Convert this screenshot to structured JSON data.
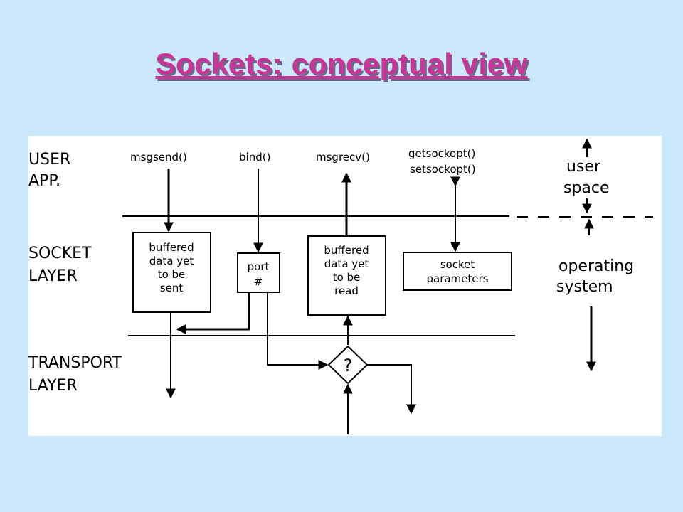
{
  "title": "Sockets: conceptual view",
  "layers": {
    "user_app": [
      "USER",
      "APP."
    ],
    "socket_layer": [
      "SOCKET",
      "LAYER"
    ],
    "transport_layer": [
      "TRANSPORT",
      "LAYER"
    ]
  },
  "calls": {
    "msgsend": "msgsend()",
    "bind": "bind()",
    "msgrecv": "msgrecv()",
    "getsockopt": "getsockopt()",
    "setsockopt": "setsockopt()"
  },
  "boxes": {
    "send_buffer": [
      "buffered",
      "data yet",
      "to be",
      "sent"
    ],
    "port": [
      "port",
      "#"
    ],
    "recv_buffer": [
      "buffered",
      "data yet",
      "to be",
      "read"
    ],
    "socket_params": [
      "socket",
      "parameters"
    ]
  },
  "decision": "?",
  "spaces": {
    "user_space": [
      "user",
      "space"
    ],
    "operating_system": [
      "operating",
      "system"
    ]
  }
}
